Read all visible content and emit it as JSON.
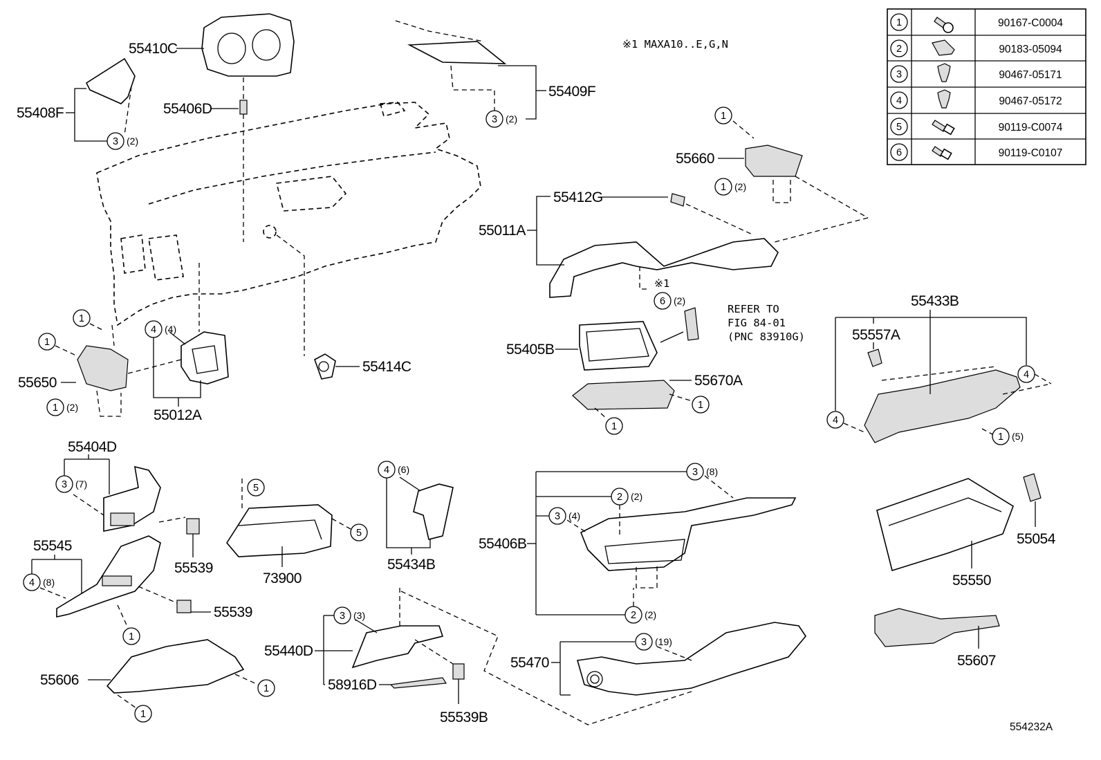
{
  "diagram": {
    "note": "※1 MAXA10..E,G,N",
    "footer_id": "554232A",
    "refer": [
      "REFER TO",
      "FIG 84-01",
      "(PNC 83910G)"
    ],
    "note_mark": "※1",
    "labels": {
      "p55410C": "55410C",
      "p55408F": "55408F",
      "p55406D": "55406D",
      "p55409F": "55409F",
      "p55660": "55660",
      "p55412G": "55412G",
      "p55011A": "55011A",
      "p55650": "55650",
      "p55012A": "55012A",
      "p55414C": "55414C",
      "p55405B": "55405B",
      "p55670A": "55670A",
      "p55433B": "55433B",
      "p55557A": "55557A",
      "p55404D": "55404D",
      "p55539a": "55539",
      "p55545": "55545",
      "p55539b": "55539",
      "p73900": "73900",
      "p55434B": "55434B",
      "p55406B": "55406B",
      "p55054": "55054",
      "p55550": "55550",
      "p55606": "55606",
      "p55440D": "55440D",
      "p58916D": "58916D",
      "p55539B": "55539B",
      "p55470": "55470",
      "p55607": "55607"
    },
    "callouts": [
      {
        "n": "3",
        "q": "(2)"
      },
      {
        "n": "3",
        "q": "(2)"
      },
      {
        "n": "1",
        "q": ""
      },
      {
        "n": "1",
        "q": "(2)"
      },
      {
        "n": "6",
        "q": "(2)"
      },
      {
        "n": "1",
        "q": ""
      },
      {
        "n": "1",
        "q": ""
      },
      {
        "n": "4",
        "q": "(4)"
      },
      {
        "n": "1",
        "q": "(2)"
      },
      {
        "n": "1",
        "q": ""
      },
      {
        "n": "1",
        "q": ""
      },
      {
        "n": "4",
        "q": ""
      },
      {
        "n": "4",
        "q": ""
      },
      {
        "n": "1",
        "q": "(5)"
      },
      {
        "n": "3",
        "q": "(7)"
      },
      {
        "n": "5",
        "q": ""
      },
      {
        "n": "5",
        "q": ""
      },
      {
        "n": "4",
        "q": "(6)"
      },
      {
        "n": "3",
        "q": "(8)"
      },
      {
        "n": "2",
        "q": "(2)"
      },
      {
        "n": "3",
        "q": "(4)"
      },
      {
        "n": "2",
        "q": "(2)"
      },
      {
        "n": "4",
        "q": "(8)"
      },
      {
        "n": "1",
        "q": ""
      },
      {
        "n": "3",
        "q": "(3)"
      },
      {
        "n": "3",
        "q": "(19)"
      },
      {
        "n": "1",
        "q": ""
      },
      {
        "n": "1",
        "q": ""
      }
    ]
  },
  "fastener_table": [
    {
      "index": "1",
      "icon": "screw-icon",
      "part_no": "90167-C0004"
    },
    {
      "index": "2",
      "icon": "clip-nut-icon",
      "part_no": "90183-05094"
    },
    {
      "index": "3",
      "icon": "clip-icon",
      "part_no": "90467-05171"
    },
    {
      "index": "4",
      "icon": "clip-icon",
      "part_no": "90467-05172"
    },
    {
      "index": "5",
      "icon": "bolt-icon",
      "part_no": "90119-C0074"
    },
    {
      "index": "6",
      "icon": "bolt-icon",
      "part_no": "90119-C0107"
    }
  ]
}
